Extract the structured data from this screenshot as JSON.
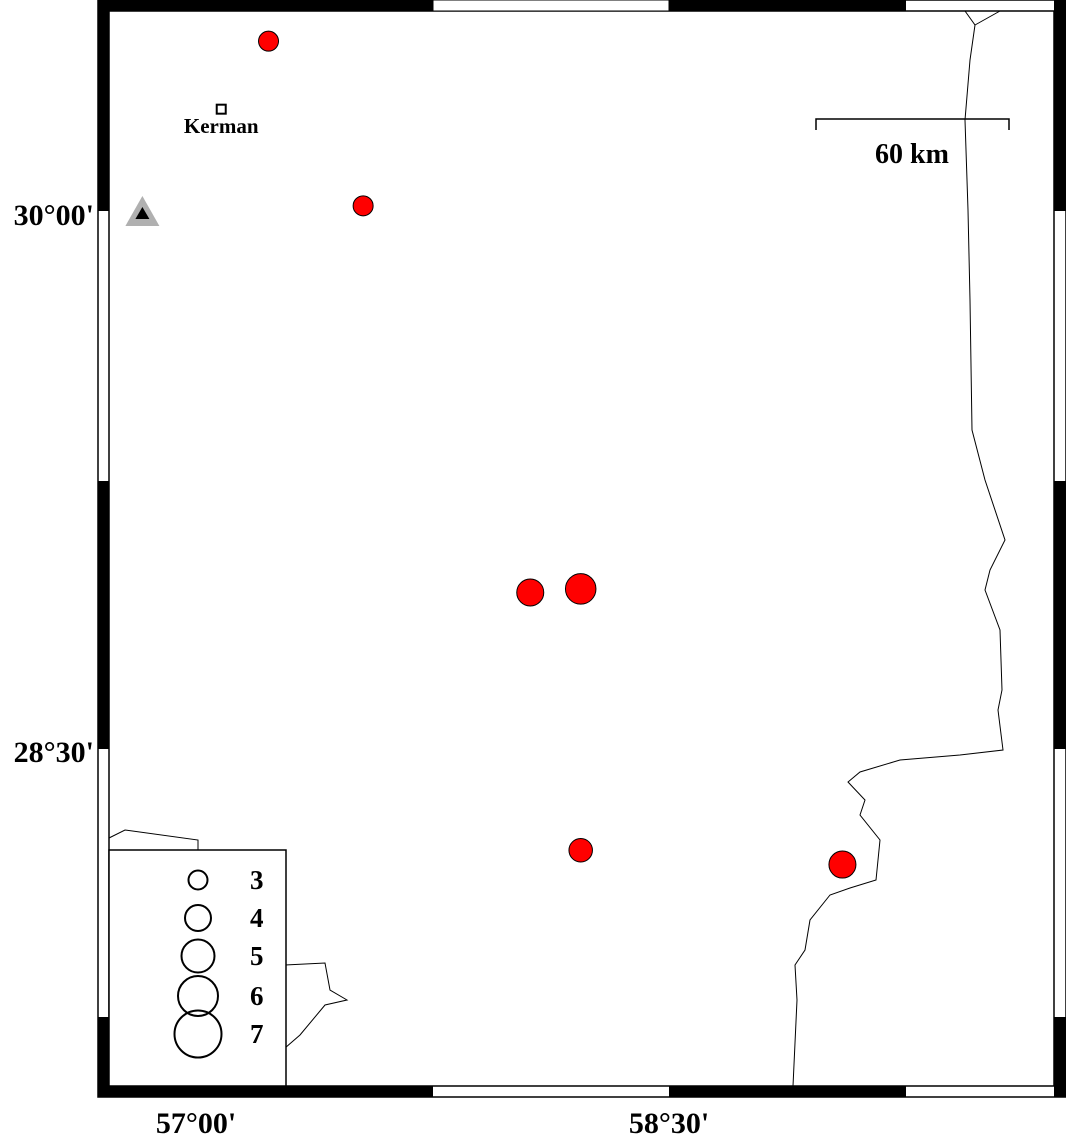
{
  "map": {
    "axes": {
      "lat_ticks": [
        {
          "value": "30°00'",
          "lat": 30.0
        },
        {
          "value": "28°30'",
          "lat": 28.5
        }
      ],
      "lon_ticks": [
        {
          "value": "57°00'",
          "lon": 57.0
        },
        {
          "value": "58°30'",
          "lon": 58.5
        }
      ]
    },
    "city": {
      "name": "Kerman",
      "lon": 57.08,
      "lat": 30.29
    },
    "station": {
      "symbol": "triangle",
      "lon": 56.83,
      "lat": 30.0,
      "color": "#b0b0b0"
    },
    "scale_bar": {
      "label": "60 km",
      "km": 60
    },
    "events": [
      {
        "lon": 57.23,
        "lat": 30.48,
        "mag": 3
      },
      {
        "lon": 57.53,
        "lat": 30.02,
        "mag": 3
      },
      {
        "lon": 58.06,
        "lat": 28.94,
        "mag": 4
      },
      {
        "lon": 58.22,
        "lat": 28.95,
        "mag": 4.5
      },
      {
        "lon": 58.22,
        "lat": 28.22,
        "mag": 3.5
      },
      {
        "lon": 59.05,
        "lat": 28.18,
        "mag": 4
      }
    ],
    "event_color": "#ff0000",
    "legend": {
      "entries": [
        {
          "label": "3",
          "mag": 3
        },
        {
          "label": "4",
          "mag": 4
        },
        {
          "label": "5",
          "mag": 5
        },
        {
          "label": "6",
          "mag": 6
        },
        {
          "label": "7",
          "mag": 7
        }
      ]
    }
  }
}
